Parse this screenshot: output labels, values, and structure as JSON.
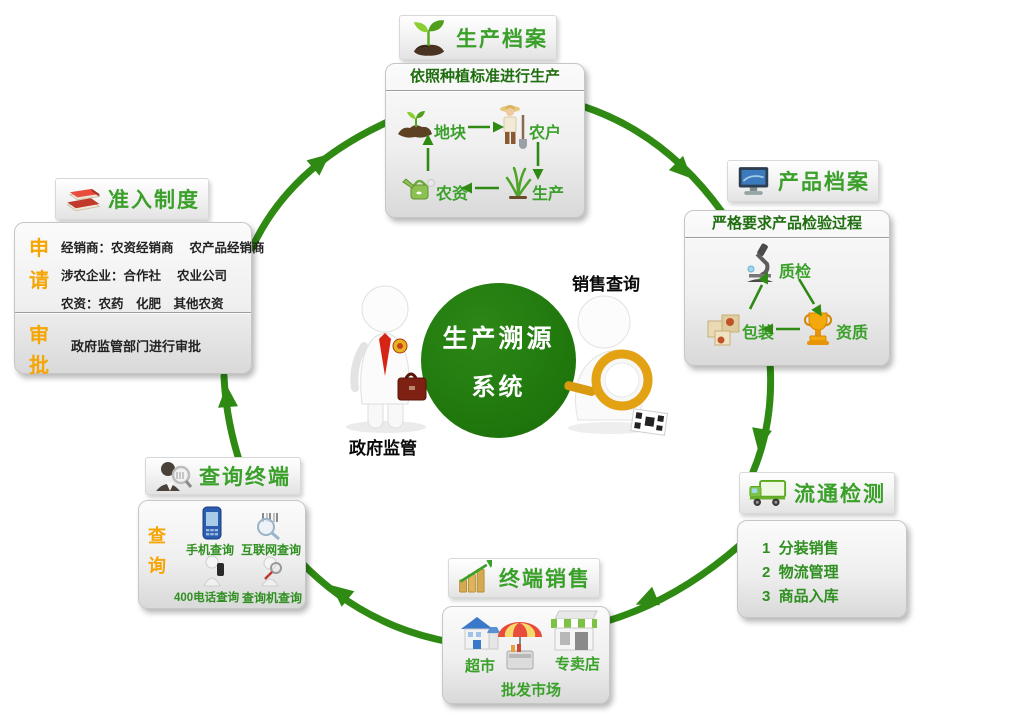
{
  "colors": {
    "cycle_arrow_green": "#2e8a12",
    "label_green": "#3aa02a",
    "title_dark_green": "#1f6e10",
    "accent_orange": "#f5a505",
    "circle_green": "#1f760c"
  },
  "center": {
    "circle_line1": "生产溯源",
    "circle_line2": "系统",
    "gov_label": "政府监管",
    "sales_label": "销售查询"
  },
  "production": {
    "header": "生产档案",
    "title": "依照种植标准进行生产",
    "plot": "地块",
    "farmer": "农户",
    "supplies": "农资",
    "produce": "生产"
  },
  "admission": {
    "header": "准入制度",
    "apply": "申请",
    "line1": "经销商：农资经销商　 农产品经销商",
    "line2": "涉农企业：合作社　 农业公司",
    "line3": "农资：农药　化肥　其他农资",
    "approve": "审批",
    "approve_line": "政府监管部门进行审批"
  },
  "product": {
    "header": "产品档案",
    "title": "严格要求产品检验过程",
    "qc": "质检",
    "qualification": "资质",
    "packaging": "包装"
  },
  "circulation": {
    "header": "流通检测",
    "item1": "1  分装销售",
    "item2": "2  物流管理",
    "item3": "3  商品入库"
  },
  "terminal": {
    "header": "终端销售",
    "supermarket": "超市",
    "wholesale": "批发市场",
    "specialty": "专卖店"
  },
  "query": {
    "header": "查询终端",
    "label": "查询",
    "mobile": "手机查询",
    "internet": "互联网查询",
    "phone400": "400电话查询",
    "machine": "查询机查询"
  }
}
